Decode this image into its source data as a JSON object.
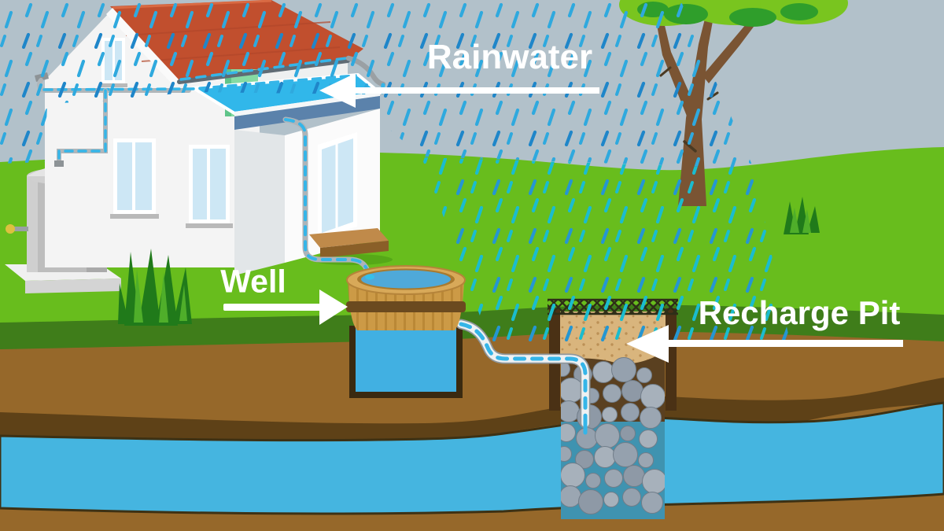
{
  "diagram": {
    "labels": {
      "rainwater": "Rainwater",
      "well": "Well",
      "recharge_pit": "Recharge Pit"
    },
    "arrows": {
      "rainwater": {
        "direction": "left",
        "points_to": "rooftop water pool"
      },
      "well": {
        "direction": "right",
        "points_to": "well"
      },
      "recharge_pit": {
        "direction": "left",
        "points_to": "recharge pit sand layer"
      }
    },
    "palette": {
      "sky": "#b2c1ca",
      "rain_blue": "#2fa9de",
      "rain_deep_blue": "#1f86c9",
      "rain_teal": "#1abccf",
      "grass_green": "#68bd1d",
      "grass_dark_band": "#3f7d1a",
      "soil_brown": "#96682a",
      "clay_dark_band": "#5e4117",
      "groundwater_blue": "#45b5e0",
      "roof_red": "#c14f2e",
      "flat_roof_band": "#5b82ab",
      "pool_water": "#31b7ea",
      "wall_white": "#f4f4f4",
      "door_mint": "#85dba3",
      "well_wood_light": "#d8a959",
      "well_wood_mid": "#cc9a46",
      "well_wood_band": "#6b4a1f",
      "tank_gray": "#bdbdbd",
      "sand_tan": "#d9b57d",
      "stone_gray": "#97a2ae",
      "pipe_water_dash": "#35b5e8",
      "label_white": "#ffffff"
    }
  }
}
